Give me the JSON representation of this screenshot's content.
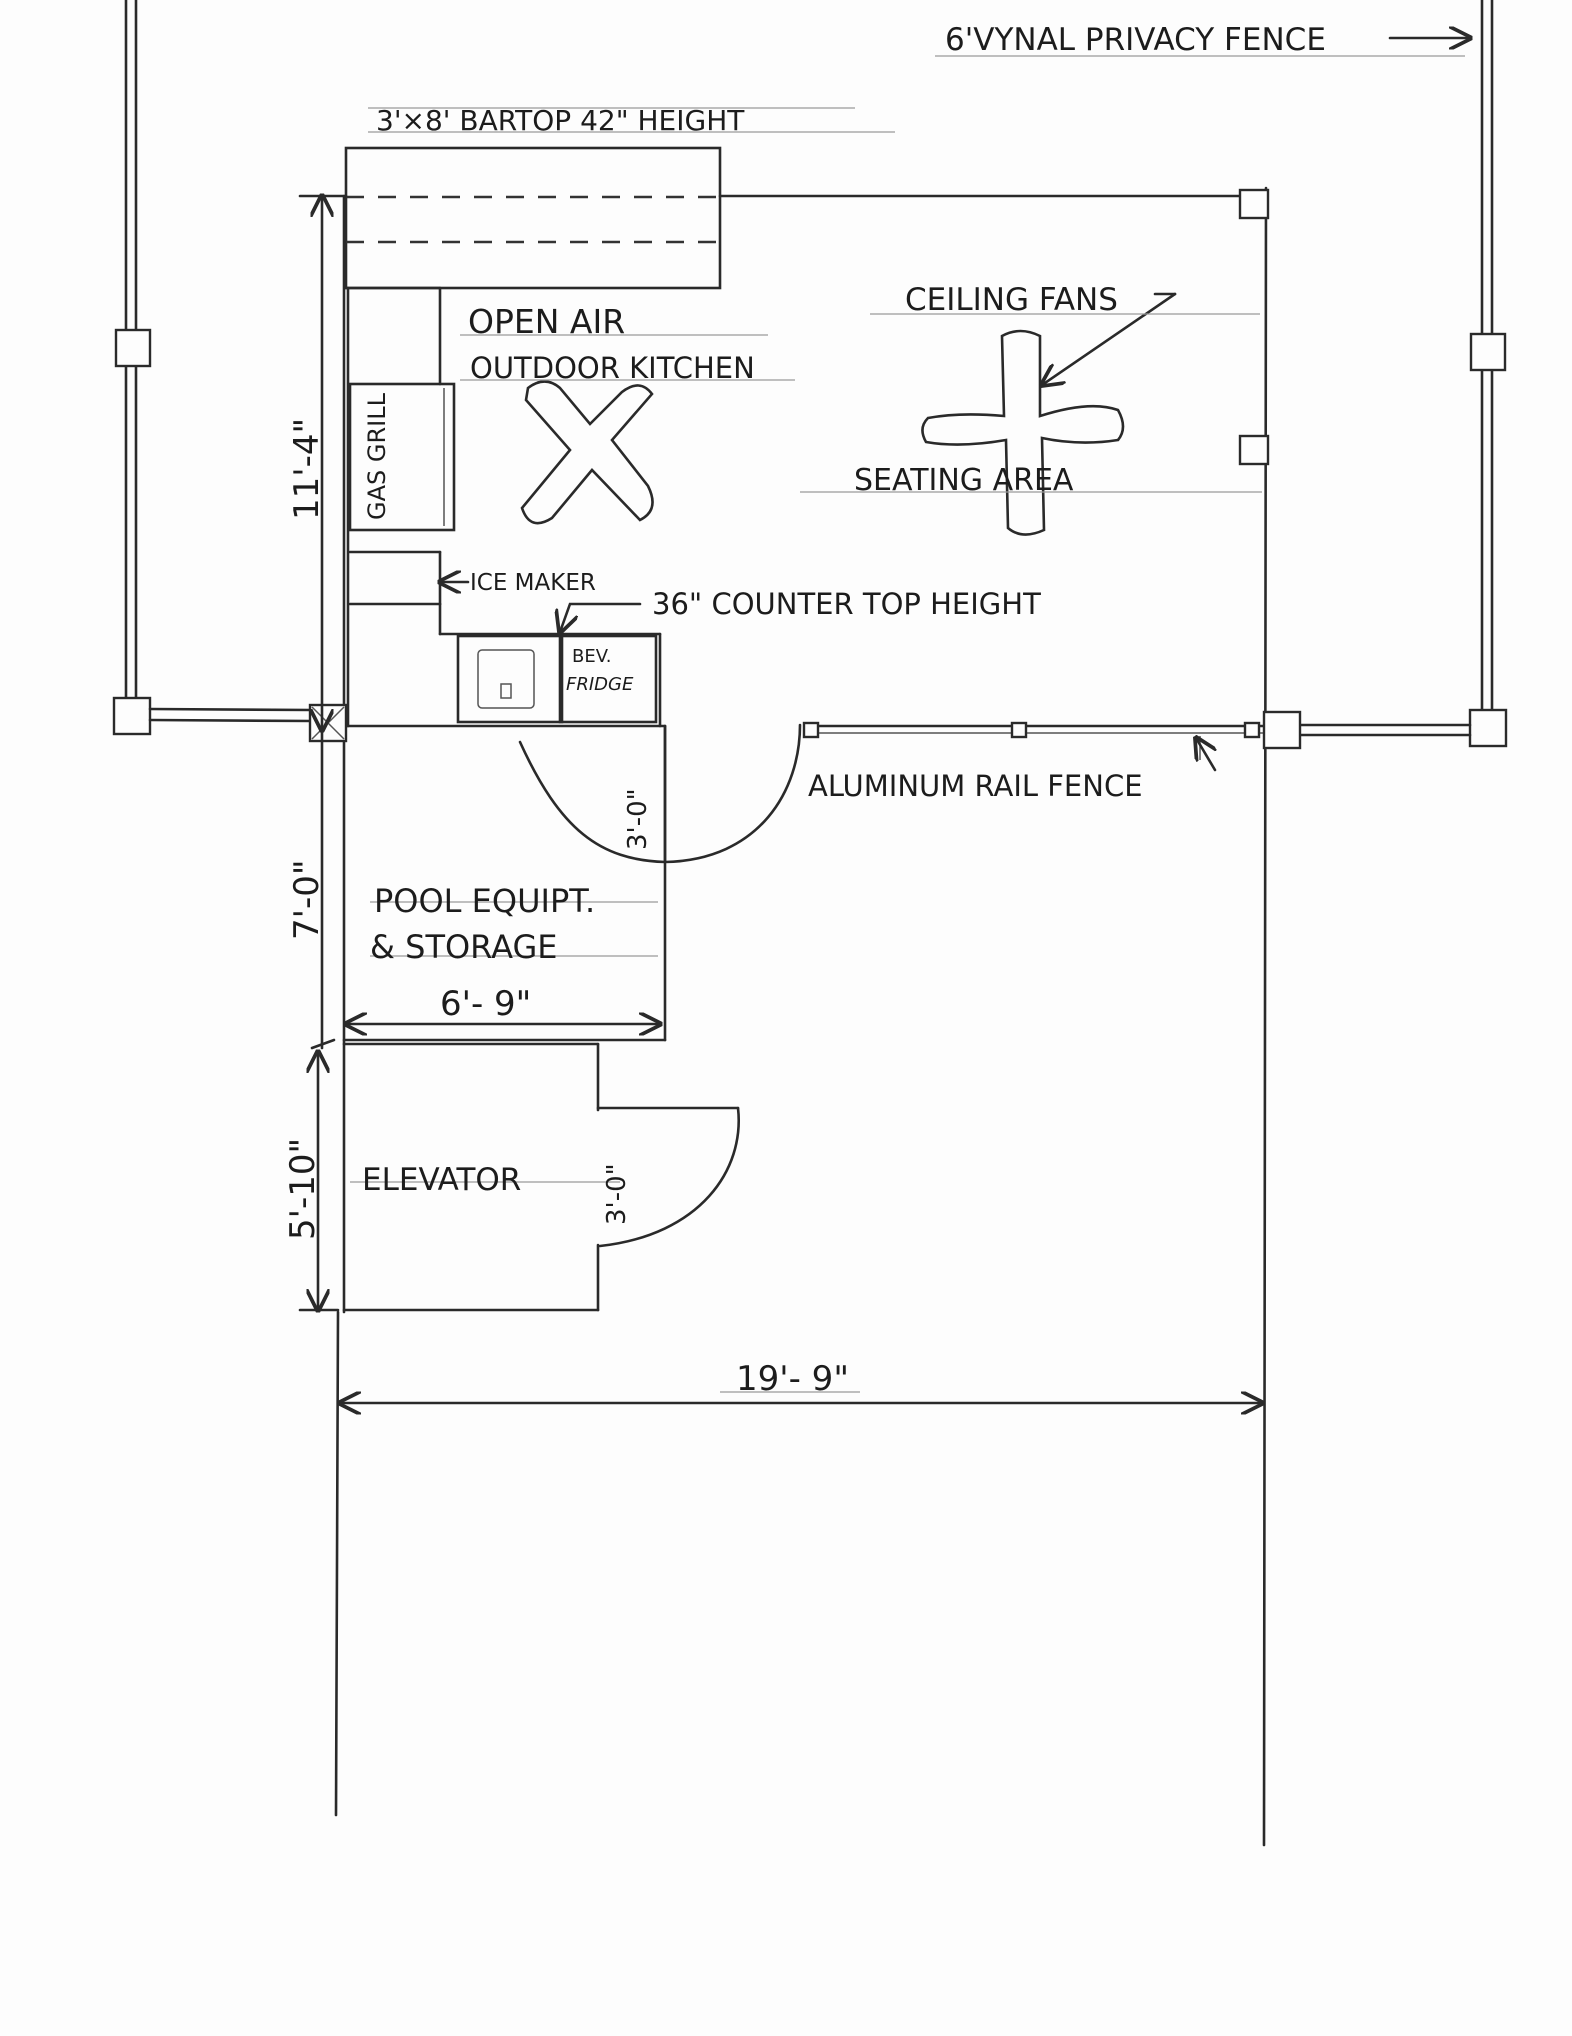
{
  "labels": {
    "privacy_fence": "6'VYNAL PRIVACY FENCE",
    "bartop": "3'×8' BARTOP 42\" HEIGHT",
    "kitchen_line1": "OPEN AIR",
    "kitchen_line2": "OUTDOOR KITCHEN",
    "ceiling_fans": "CEILING FANS",
    "seating_area": "SEATING AREA",
    "gas_grill": "GAS GRILL",
    "ice_maker": "ICE MAKER",
    "counter_height": "36\" COUNTER TOP HEIGHT",
    "bev_fridge_line1": "BEV.",
    "bev_fridge_line2": "FRIDGE",
    "aluminum_fence": "ALUMINUM RAIL FENCE",
    "pool_line1": "POOL EQUIPT.",
    "pool_line2": "& STORAGE",
    "elevator": "ELEVATOR"
  },
  "dimensions": {
    "upper_height": "11'-4\"",
    "middle_height": "7'-0\"",
    "lower_height": "5'-10\"",
    "storage_width": "6'- 9\"",
    "overall_width": "19'- 9\"",
    "gate_door": "3'-0\"",
    "elevator_door": "3'-0\""
  },
  "colors": {
    "ink": "#2a2a2a",
    "paper": "#fdfdfd"
  }
}
